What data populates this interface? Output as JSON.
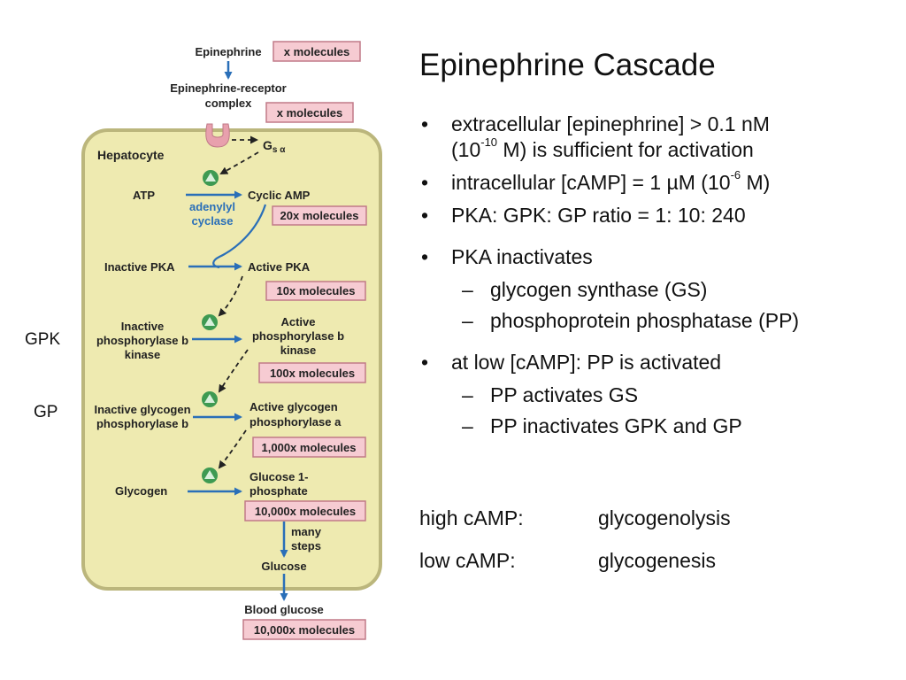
{
  "slide": {
    "title": "Epinephrine Cascade",
    "bullet1_a": "extracellular [epinephrine] > 0.1 nM",
    "bullet1_b_pre": "(10",
    "bullet1_b_sup": "-10",
    "bullet1_b_post": " M) is sufficient for activation",
    "bullet2_pre": "intracellular [cAMP] = 1 µM (10",
    "bullet2_sup": "-6",
    "bullet2_post": " M)",
    "bullet3": "PKA: GPK: GP ratio = 1: 10: 240",
    "bullet4": "PKA inactivates",
    "bullet4_sub1": "glycogen synthase (GS)",
    "bullet4_sub2": "phosphoprotein phosphatase (PP)",
    "bullet5": "at low [cAMP]: PP is activated",
    "bullet5_sub1": "PP activates GS",
    "bullet5_sub2": "PP inactivates GPK and GP",
    "bullet_glyph": "•",
    "dash_glyph": "–"
  },
  "summary": {
    "high_label": "high cAMP:",
    "high_value": "glycogenolysis",
    "low_label": "low cAMP:",
    "low_value": "glycogenesis"
  },
  "side_labels": {
    "gpk": "GPK",
    "gp": "GP"
  },
  "diagram": {
    "epinephrine": "Epinephrine",
    "x_molecules_1": "x molecules",
    "receptor_line1": "Epinephrine-receptor",
    "receptor_line2": "complex",
    "x_molecules_2": "x molecules",
    "g_protein": "G",
    "g_sub": "s α",
    "hepatocyte": "Hepatocyte",
    "atp": "ATP",
    "cyclic_amp": "Cyclic AMP",
    "enzyme_line1": "adenylyl",
    "enzyme_line2": "cyclase",
    "box_20x": "20x molecules",
    "inactive_pka": "Inactive PKA",
    "active_pka": "Active PKA",
    "box_10x": "10x molecules",
    "inactive_pbk_1": "Inactive",
    "inactive_pbk_2": "phosphorylase b",
    "inactive_pbk_3": "kinase",
    "active_pbk_1": "Active",
    "active_pbk_2": "phosphorylase b",
    "active_pbk_3": "kinase",
    "box_100x": "100x molecules",
    "inactive_gp_1": "Inactive glycogen",
    "inactive_gp_2": "phosphorylase b",
    "active_gp_1": "Active glycogen",
    "active_gp_2": "phosphorylase a",
    "box_1000x": "1,000x molecules",
    "glycogen": "Glycogen",
    "g1p_1": "Glucose 1-",
    "g1p_2": "phosphate",
    "box_10000x_a": "10,000x molecules",
    "many_steps_1": "many",
    "many_steps_2": "steps",
    "glucose": "Glucose",
    "blood_glucose": "Blood glucose",
    "box_10000x_b": "10,000x molecules"
  },
  "colors": {
    "cell_fill": "#eeeab0",
    "cell_border": "#bbb67c",
    "box_fill": "#f6cbd2",
    "box_border": "#c07a88",
    "arrow_blue": "#2a6fb8",
    "enzyme_blue": "#2a6fb8",
    "activator_green": "#3e9a52",
    "receptor_pink": "#e8a0ad"
  },
  "icons": {
    "activator": "plus-triangle-icon",
    "receptor": "receptor-icon"
  }
}
